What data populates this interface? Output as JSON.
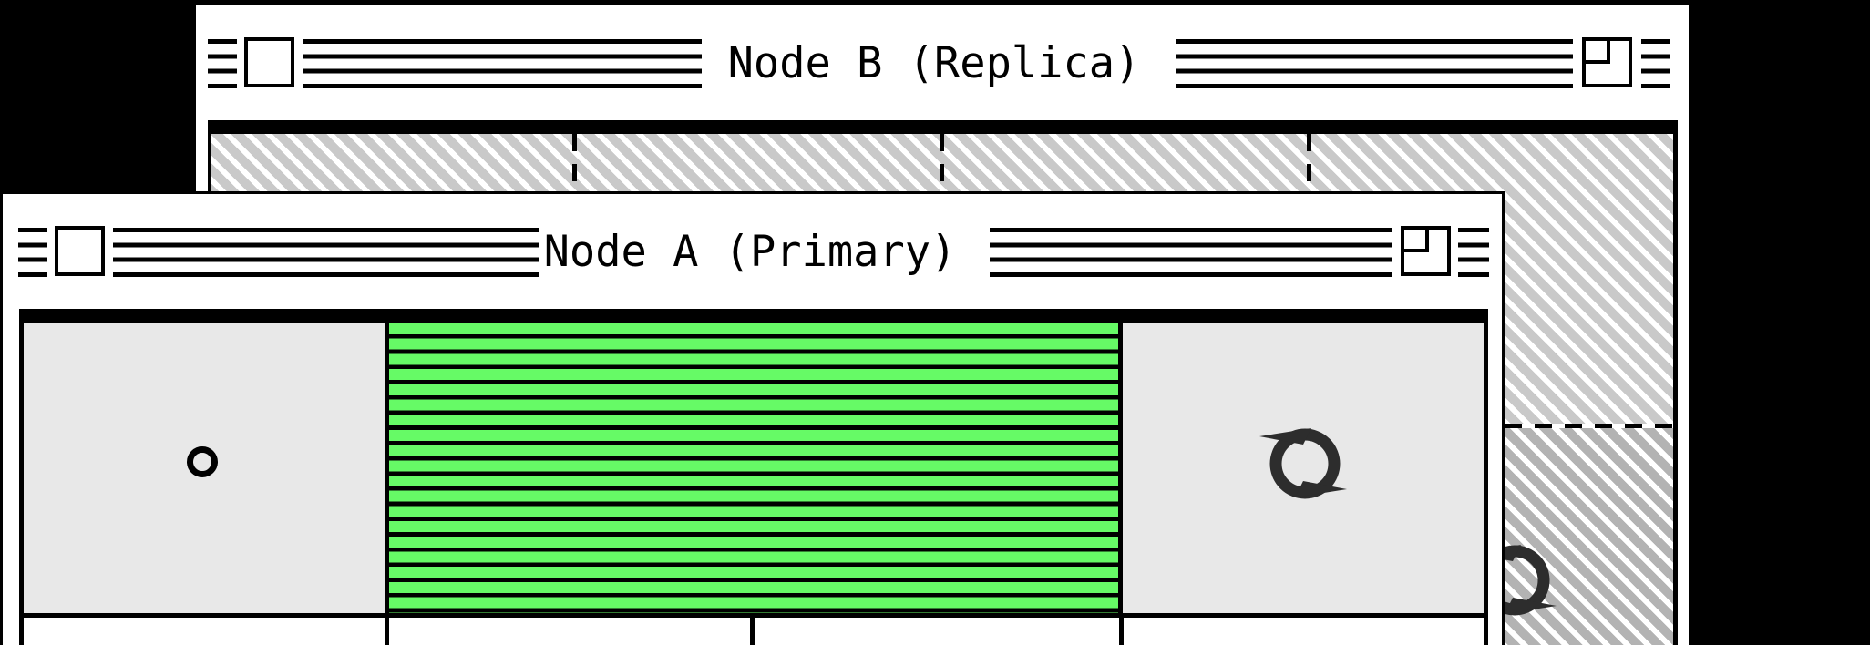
{
  "colors": {
    "page-bg": "#000000",
    "window-bg": "#ffffff",
    "cell-gray": "#e8e8e8",
    "replicated-green": "#66fa66",
    "hatch-light": "#c9c9c9",
    "hatch-dark": "#b3b3b3",
    "line-black": "#000000",
    "icon-dark": "#2d2d2d"
  },
  "windows": {
    "back": {
      "title": "Node B (Replica)",
      "row1_state": "unsynced-hatched",
      "row2_state": "unsynced-hatched-darker",
      "icons": {
        "sync": "sync-arrows-icon",
        "close": "close-box",
        "zoom": "zoom-box"
      }
    },
    "front": {
      "title": "Node A (Primary)",
      "row1_cells": [
        "empty-circle-indicator",
        "replicated-green-striped-block",
        "sync-arrows-icon"
      ],
      "row2_state": "empty-white-cells",
      "icons": {
        "sync": "sync-arrows-icon",
        "close": "close-box",
        "zoom": "zoom-box",
        "status": "circle-outline-icon"
      }
    }
  }
}
